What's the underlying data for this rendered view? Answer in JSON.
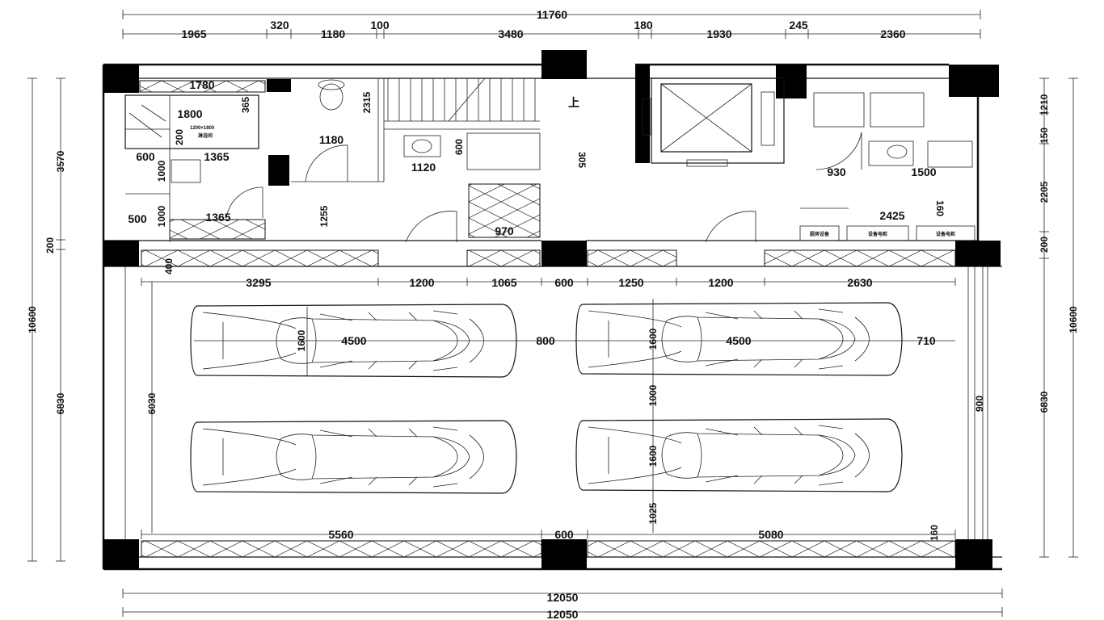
{
  "dims_top": {
    "overall": "11760",
    "segments": [
      "1965",
      "320",
      "1180",
      "100",
      "3480",
      "180",
      "1930",
      "245",
      "2360"
    ]
  },
  "dims_bottom": {
    "row1": "12050",
    "row2": "12050"
  },
  "dims_left": {
    "outer": "10600",
    "inner": [
      "3570",
      "200",
      "6830"
    ]
  },
  "dims_right": {
    "outer": "10600",
    "inner": [
      "1210",
      "150",
      "2205",
      "200",
      "6830"
    ]
  },
  "service_rooms": {
    "bathroom_width": "1780",
    "shower": "1800",
    "shower_depth": "365",
    "shower_label_1": "1200×1800",
    "shower_label_2": "淋浴间",
    "shower_side": "200",
    "vanity_depth": "600",
    "dressing_width": "1365",
    "dressing_side": "1000",
    "lower_depth": "500",
    "lower_side": "1000",
    "lower_width": "1365",
    "corridor": "1180",
    "door_depth": "1255",
    "stair_depth": "2315",
    "up_label": "上",
    "sink_width": "1120",
    "sink_depth": "600",
    "step": "305",
    "storage": "970",
    "lift_gap": "930",
    "sink_right": "1500",
    "cabinet_run": "2425",
    "cabinet_depth": "160",
    "cabinet_labels": [
      "厨房设备",
      "设备电柜",
      "设备电柜"
    ]
  },
  "garage": {
    "segments": [
      "3295",
      "1200",
      "1065",
      "600",
      "1250",
      "1200",
      "2630"
    ],
    "wall_gap": "400",
    "depth": "6030",
    "car_length_left": "4500",
    "car_length_right": "4500",
    "car_width_left": "1600",
    "car_width_right_top": "1600",
    "car_width_right_bottom": "1600",
    "aisle_gap": "800",
    "right_gap": "710",
    "row_gap": "1000",
    "bottom_gap": "1025",
    "side_strip": "900",
    "bottom_segments": [
      "5560",
      "600",
      "5080"
    ],
    "corner": "160"
  }
}
